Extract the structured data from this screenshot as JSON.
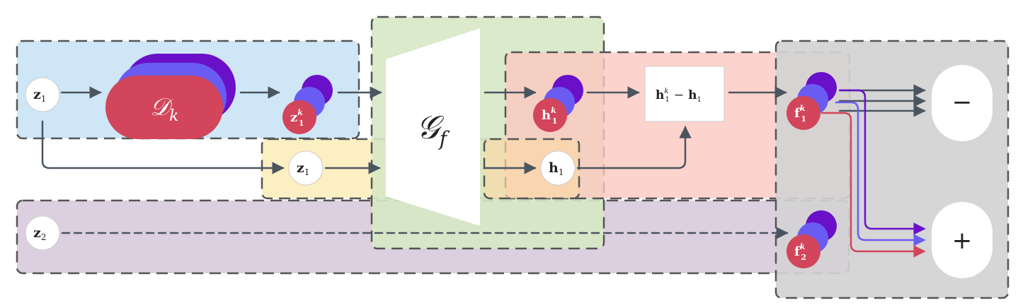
{
  "nodes": {
    "z1_left": {
      "main": "z",
      "sub": "1"
    },
    "z1_mid": {
      "main": "z",
      "sub": "1"
    },
    "z2": {
      "main": "z",
      "sub": "2"
    },
    "h1": {
      "main": "h",
      "sub": "1"
    },
    "z1k": {
      "main": "z",
      "sub": "1",
      "sup": "k"
    },
    "h1k": {
      "main": "h",
      "sub": "1",
      "sup": "k"
    },
    "f1k": {
      "main": "f",
      "sub": "1",
      "sup": "k"
    },
    "f2k": {
      "main": "f",
      "sub": "2",
      "sup": "k"
    }
  },
  "blocks": {
    "direction_model": {
      "main": "𝒟",
      "sub": "k"
    },
    "generator": {
      "main": "𝒢",
      "sub": "f"
    },
    "difference": {
      "a": "h",
      "a_sub": "1",
      "a_sup": "k",
      "op": "−",
      "b": "h",
      "b_sub": "1"
    }
  },
  "outputs": {
    "minus": "−",
    "plus": "+"
  },
  "colors": {
    "blue_region": "#cfe6f6",
    "yellow_region": "#fcefc2",
    "green_region": "#d6e8c4",
    "red_region": "#fcc8c0",
    "purple_region": "#dccfdf",
    "gray_region": "#d6d6d6",
    "stack_red": "#d2455a",
    "stack_blue": "#6a5cf2",
    "stack_purple": "#6a10c8",
    "arrow": "#4a5560"
  }
}
